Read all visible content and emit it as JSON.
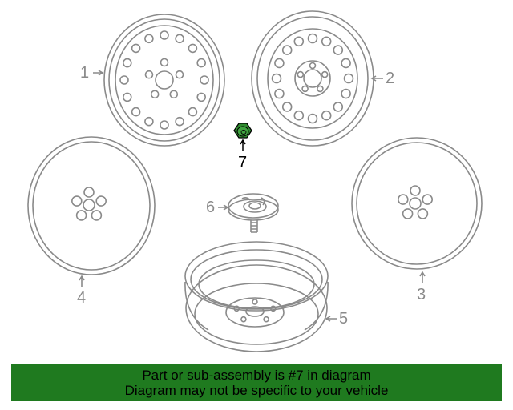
{
  "colors": {
    "line": "#8a8a8a",
    "highlight_fill": "#2e8b2e",
    "highlight_line": "#000000",
    "banner_bg": "#1f7a1f",
    "banner_text": "#000000"
  },
  "parts": [
    {
      "number": "1",
      "name": "steel-wheel-a"
    },
    {
      "number": "2",
      "name": "steel-wheel-b"
    },
    {
      "number": "3",
      "name": "wheel-cover-right"
    },
    {
      "number": "4",
      "name": "wheel-cover-left"
    },
    {
      "number": "5",
      "name": "spare-wheel"
    },
    {
      "number": "6",
      "name": "spare-hold-down"
    },
    {
      "number": "7",
      "name": "lug-nut",
      "highlighted": true
    }
  ],
  "banner": {
    "line1": "Part or sub-assembly is #7 in diagram",
    "line2": "Diagram may not be specific to your vehicle"
  }
}
